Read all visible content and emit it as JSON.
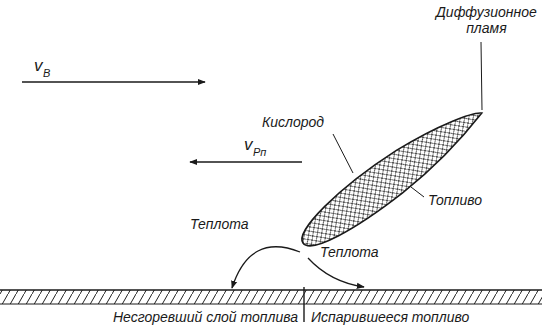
{
  "diagram": {
    "labels": [
      "Диффузионное пламя",
      "v",
      "В",
      "Кислород",
      "v",
      "Рп",
      "Топливо",
      "Теплота",
      "Теплота",
      "Несгоревший слой топлива",
      "Испарившееся топливо"
    ]
  }
}
